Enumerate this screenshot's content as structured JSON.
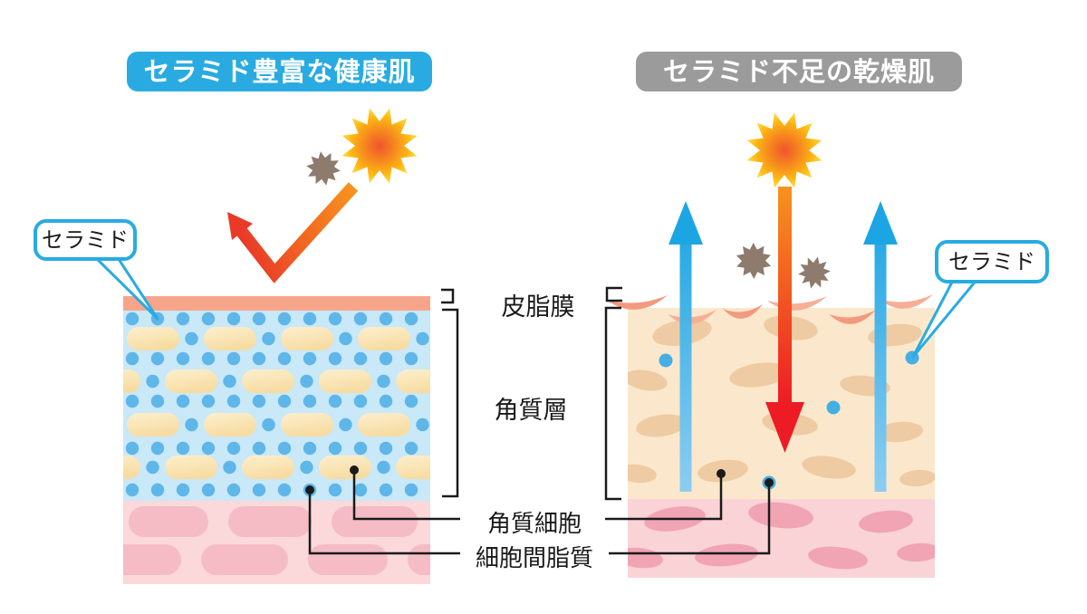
{
  "panels": {
    "left": {
      "header": "セラミド豊富な健康肌",
      "callout": "セラミド"
    },
    "right": {
      "header": "セラミド不足の乾燥肌",
      "callout": "セラミド"
    }
  },
  "labels": {
    "sebum_film": "皮脂膜",
    "stratum_corneum": "角質層",
    "corneocyte": "角質細胞",
    "intercellular_lipid": "細胞間脂質"
  },
  "icons": {
    "sun": "sun-icon",
    "irritant": "irritant-star-icon",
    "reflected_uv": "reflected-uv-arrow-icon",
    "uv_penetration": "uv-down-arrow-icon",
    "moisture_loss": "moisture-up-arrow-icon",
    "ceramide_callout": "speech-bubble-icon"
  },
  "colors": {
    "healthy_header_bg": "#29ABE2",
    "dry_header_bg": "#9B9B9B",
    "sebum_film": "#F6A58B",
    "stratum_corneum_healthy": "#C9E8F8",
    "ceramide_dot": "#5FB6E8",
    "corneocyte_cell": "#F8DFA9",
    "dermis_bg": "#FBD8DA",
    "dermis_cell": "#F5BCC5",
    "stratum_corneum_dry": "#FBE8CC",
    "dry_cell": "#EECBA2",
    "dry_dermis_cell": "#F0A4B4",
    "flake": "#F2997E",
    "uv_orange": "#F7931E",
    "uv_red": "#ED1C24",
    "moisture_blue": "#29ABE2",
    "irritant_gray": "#8E7B6E",
    "line_black": "#1A1A1A"
  }
}
